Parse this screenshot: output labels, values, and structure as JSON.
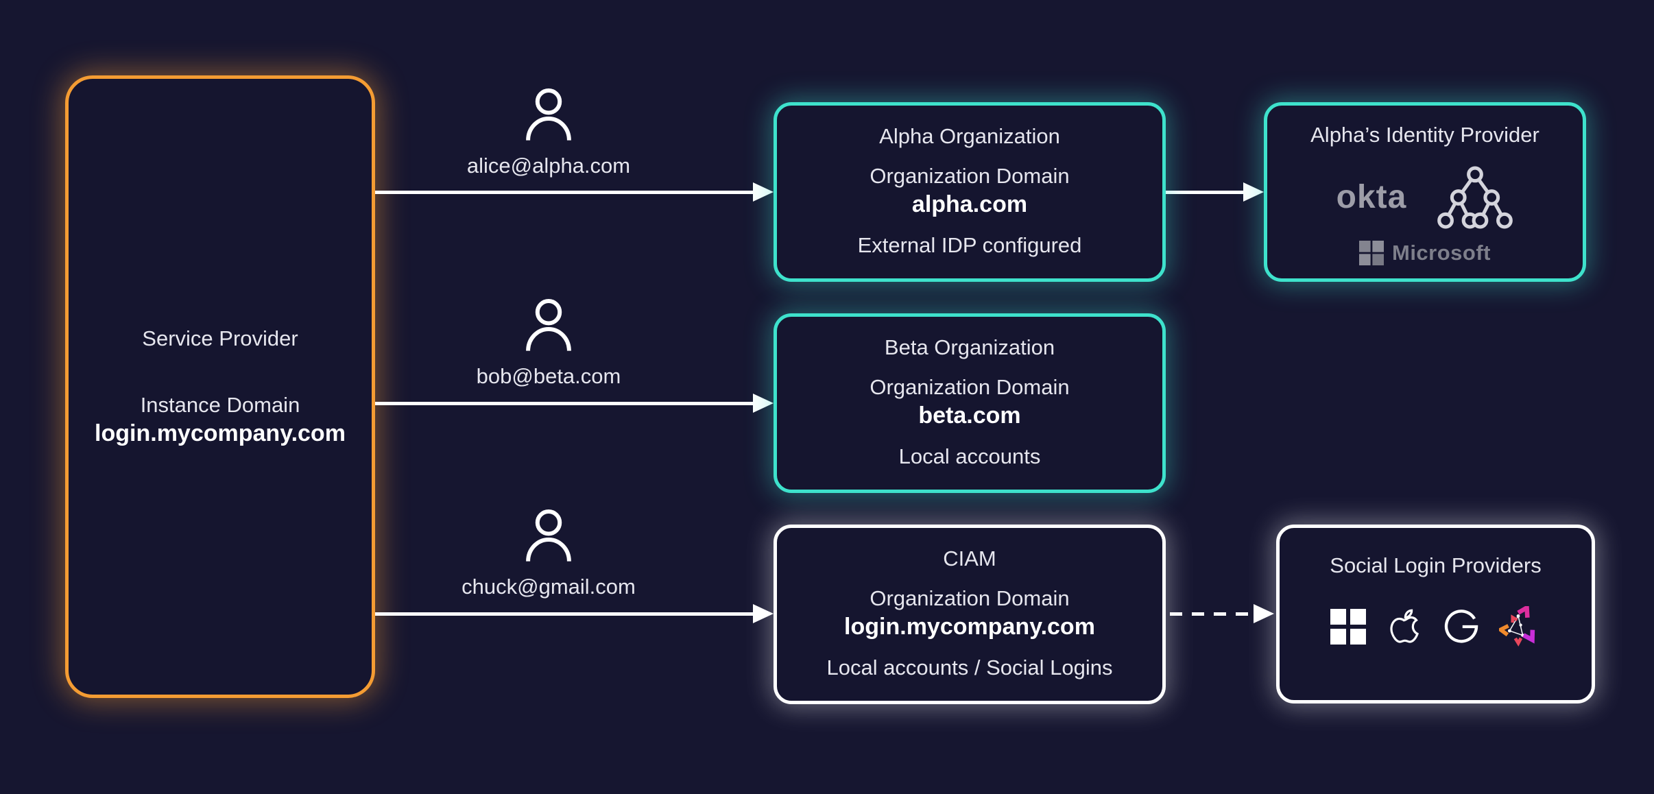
{
  "diagram": {
    "background": "#161630",
    "box_fill": "#15152F"
  },
  "colors": {
    "orange": "#F49C33",
    "teal": "#3EE2CC",
    "white": "#FFFFFF",
    "text": "#E6E6EE",
    "logo_gray": "#9D9DA8",
    "zitadel_orange": "#F08A2C",
    "zitadel_red": "#E8475C",
    "zitadel_magenta": "#DD2E9E"
  },
  "service_provider": {
    "title": "Service Provider",
    "domain_label": "Instance Domain",
    "domain": "login.mycompany.com"
  },
  "users": [
    {
      "email": "alice@alpha.com"
    },
    {
      "email": "bob@beta.com"
    },
    {
      "email": "chuck@gmail.com"
    }
  ],
  "organizations": [
    {
      "title": "Alpha Organization",
      "domain_label": "Organization Domain",
      "domain": "alpha.com",
      "note": "External IDP configured"
    },
    {
      "title": "Beta Organization",
      "domain_label": "Organization Domain",
      "domain": "beta.com",
      "note": "Local accounts"
    },
    {
      "title": "CIAM",
      "domain_label": "Organization Domain",
      "domain": "login.mycompany.com",
      "note": "Local accounts / Social Logins"
    }
  ],
  "identity_provider": {
    "title": "Alpha’s Identity Provider",
    "okta_label": "okta",
    "microsoft_label": "Microsoft"
  },
  "social_providers": {
    "title": "Social Login Providers"
  }
}
